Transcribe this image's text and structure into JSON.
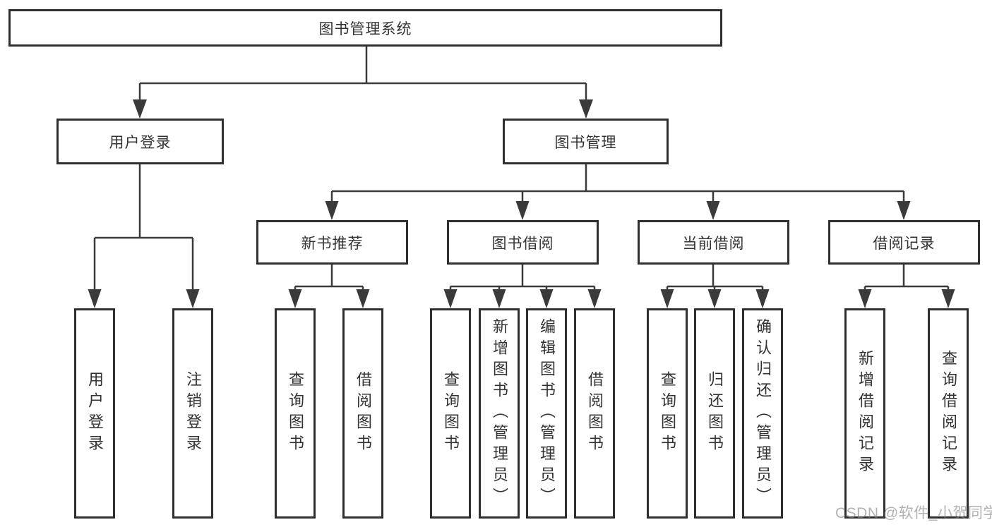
{
  "root": {
    "label": "图书管理系统"
  },
  "level2": {
    "user_login": {
      "label": "用户登录"
    },
    "book_mgmt": {
      "label": "图书管理"
    }
  },
  "level3": {
    "new_books": {
      "label": "新书推荐"
    },
    "book_borrow": {
      "label": "图书借阅"
    },
    "current_borrow": {
      "label": "当前借阅"
    },
    "borrow_records": {
      "label": "借阅记录"
    }
  },
  "leaves": {
    "user_login": [
      {
        "label": "用户登录"
      },
      {
        "label": "注销登录"
      }
    ],
    "new_books": [
      {
        "label": "查询图书"
      },
      {
        "label": "借阅图书"
      }
    ],
    "book_borrow": [
      {
        "label": "查询图书"
      },
      {
        "label": "新增图书（管理员）"
      },
      {
        "label": "编辑图书（管理员）"
      },
      {
        "label": "借阅图书"
      }
    ],
    "current_borrow": [
      {
        "label": "查询图书"
      },
      {
        "label": "归还图书"
      },
      {
        "label": "确认归还（管理员）"
      }
    ],
    "borrow_records": [
      {
        "label": "新增借阅记录"
      },
      {
        "label": "查询借阅记录"
      }
    ]
  },
  "watermark": {
    "text": "CSDN @软件_小贺同学"
  },
  "colors": {
    "border": "#2f2f2f",
    "line": "#3a3a3a",
    "text": "#333333",
    "watermark": "#828282",
    "background": "#ffffff"
  }
}
